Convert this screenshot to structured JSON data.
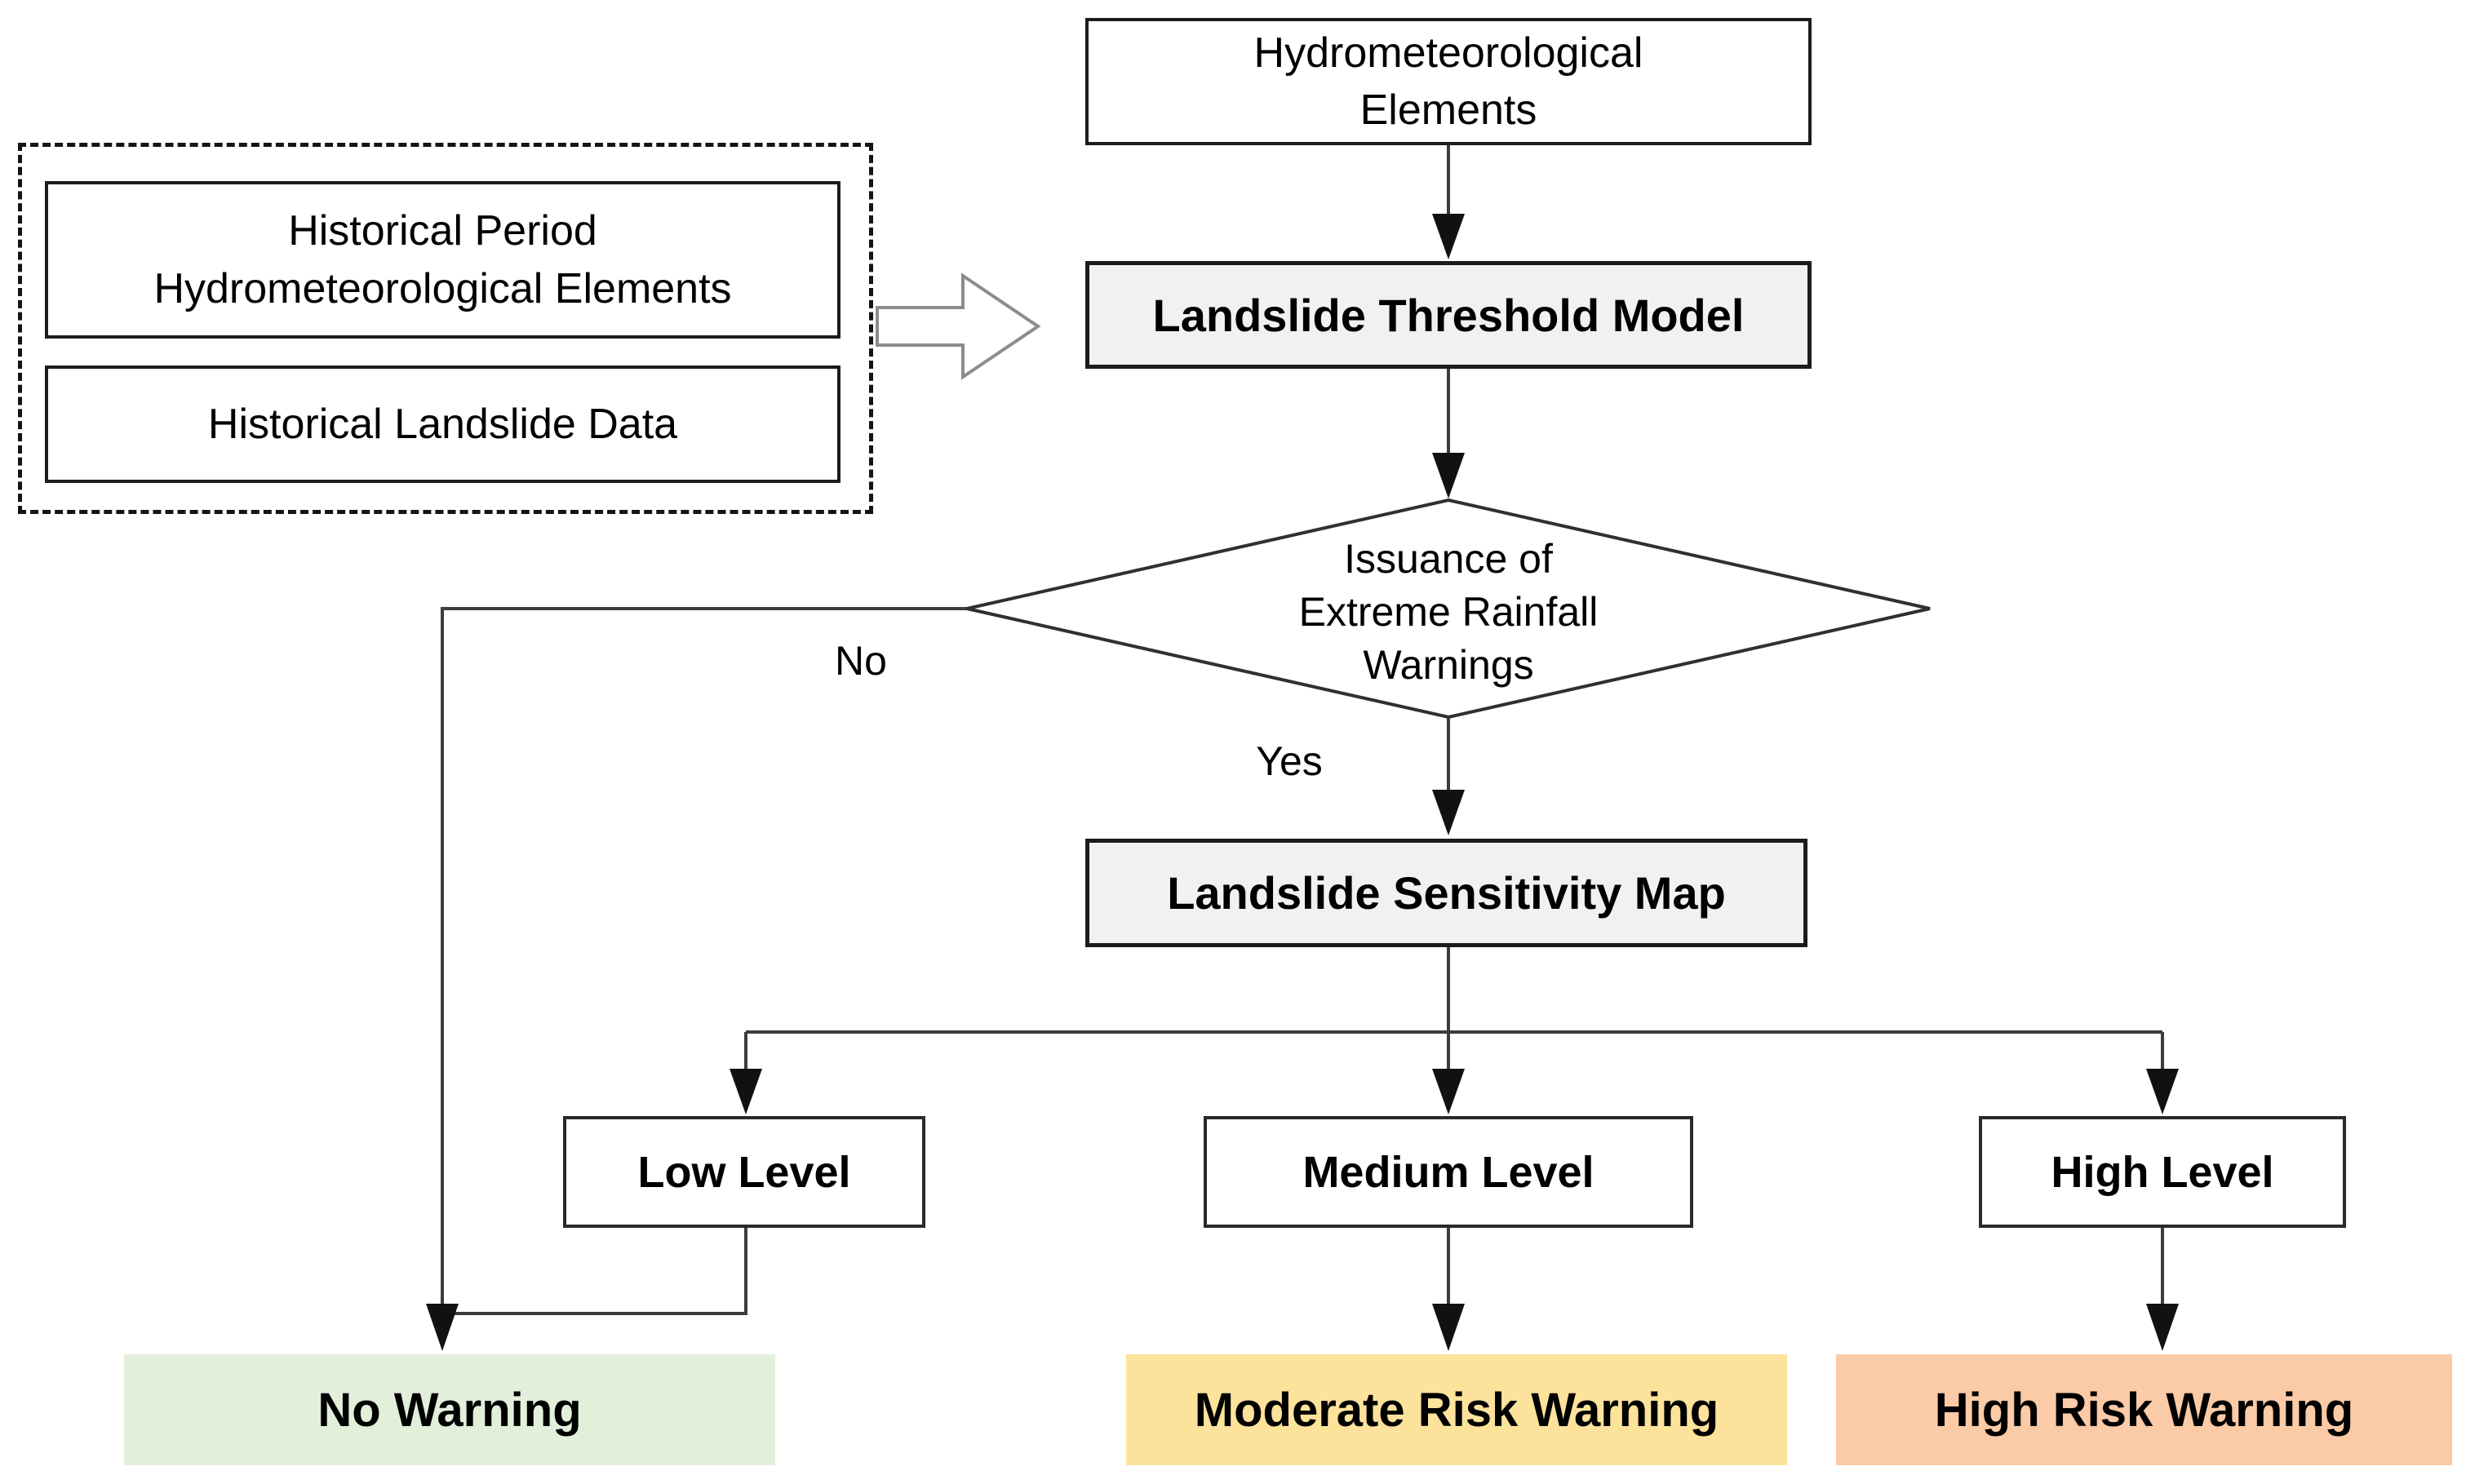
{
  "diagram": {
    "background": "#ffffff",
    "nodes": {
      "hydromet_elements": {
        "label": "Hydrometeorological\nElements"
      },
      "landslide_threshold_model": {
        "label": "Landslide Threshold Model",
        "fill": "#f1f1ef"
      },
      "historical_hydromet": {
        "label": "Historical Period\nHydrometeorological Elements"
      },
      "historical_landslide": {
        "label": "Historical Landslide Data"
      },
      "decision_extreme_rainfall": {
        "label": "Issuance of\nExtreme Rainfall\nWarnings"
      },
      "landslide_sensitivity_map": {
        "label": "Landslide Sensitivity Map",
        "fill": "#f1f1ef"
      },
      "low_level": {
        "label": "Low Level"
      },
      "medium_level": {
        "label": "Medium Level"
      },
      "high_level": {
        "label": "High Level"
      },
      "no_warning": {
        "label": "No Warning",
        "fill": "#e2efdb"
      },
      "moderate_risk_warning": {
        "label": "Moderate Risk Warning",
        "fill": "#fce29b"
      },
      "high_risk_warning": {
        "label": "High Risk Warning",
        "fill": "#fbcaa6"
      }
    },
    "edge_labels": {
      "no": "No",
      "yes": "Yes"
    },
    "colors": {
      "line": "#3c3c3c",
      "arrowhead": "#111111",
      "block_arrow_outline": "#8c8c8c",
      "process_fill": "#f1f1ef",
      "no_warning_fill": "#e2efdb",
      "moderate_fill": "#fce29b",
      "high_fill": "#fbcaa6"
    }
  }
}
